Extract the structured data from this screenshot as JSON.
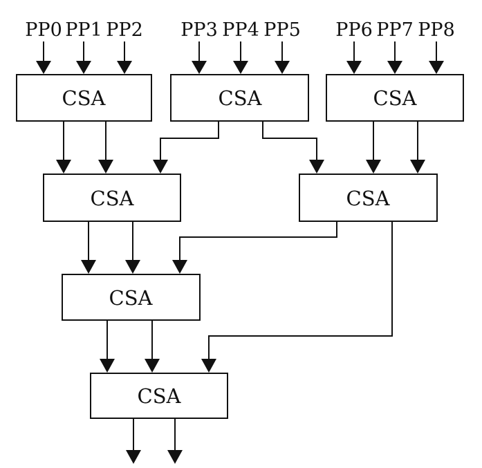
{
  "inputs": [
    "PP0",
    "PP1",
    "PP2",
    "PP3",
    "PP4",
    "PP5",
    "PP6",
    "PP7",
    "PP8"
  ],
  "blocks": {
    "csa_1_1": "CSA",
    "csa_1_2": "CSA",
    "csa_1_3": "CSA",
    "csa_2_1": "CSA",
    "csa_2_2": "CSA",
    "csa_3_1": "CSA",
    "csa_4_1": "CSA"
  },
  "colors": {
    "line": "#111111",
    "background": "#ffffff"
  }
}
